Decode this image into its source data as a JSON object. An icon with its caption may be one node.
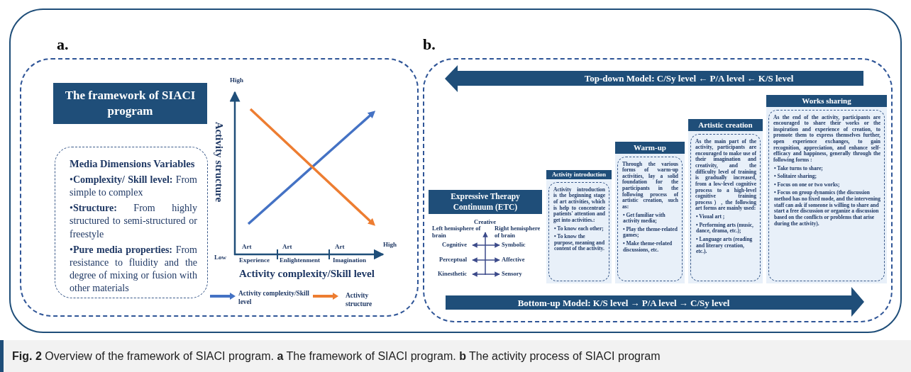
{
  "diagram": {
    "caption": "**Fig. 2** Overview of the framework of SIACI program. **a** The framework of SIACI program. **b** The activity process of SIACI program",
    "nodes": [
      {
        "text": [
          "a."
        ]
      },
      {
        "text": [
          "The framework of SIACI program"
        ],
        "in": 0
      },
      {
        "text": [
          "Media Dimensions Variables",
          "•**Complexity/ Skill level:** From simple to complex",
          "•**Structure:** From highly structured to semi-structured or freestyle",
          "•**Pure media properties:** From resistance to fluidity and the degree of mixing or fusion with other materials"
        ],
        "in": 0
      },
      {
        "text": [
          "b."
        ]
      },
      {
        "text": [
          "Top-down Model: C/Sy level ← P/A level ← K/S level"
        ],
        "in": 3
      },
      {
        "text": [
          "Expressive Therapy Continuum (ETC)"
        ],
        "in": 3
      },
      {
        "text": [
          "Activity introduction",
          "Activity introduction is the beginning stage of art activities, which is help to concentrate patients' attention and get into activities.:",
          "• To know each other;",
          "• To know the purpose, meaning and content of the activity."
        ],
        "in": 3
      },
      {
        "text": [
          "Warm-up",
          "Through the various forms of warm-up activities, lay a solid foundation for the participants in the following process of artistic creation, such as:",
          "• Get familiar with activity media;",
          "• Play the theme-related games;",
          "• Make theme-related discussions, etc."
        ],
        "in": 3
      },
      {
        "text": [
          "Artistic creation",
          "As the main part of the activity, participants are encouraged to make use of their imagination and creativity, and the difficulty level of training is gradually increased, from a low-level cognitive process to a high-level cognitive training process）, the following art forms are mainly used:",
          "• Visual art ;",
          "• Performing arts (music, dance, drama, etc.);",
          "• Language arts (reading and literary creation, etc.)."
        ],
        "in": 3
      },
      {
        "text": [
          "Works sharing",
          "As the end of the activity, participants are encouraged to share their works or the inspiration and experience of creation, to promote them to express themselves further, open experience exchanges, to gain recognition, appreciation, and enhance self-efficacy and happiness, generally through the following forms :",
          "• Take turns to share;",
          "• Solitaire sharing;",
          "• Focus on one or two works;",
          "• Focus on group dynamics (the discussion method has no fixed mode, and the intervening staff can ask if someone is willing to share and start a free discussion or organize a discussion based on the conflicts or problems that arise during the activity)."
        ],
        "in": 3
      },
      {
        "text": [
          "Bottom-up Model: K/S level → P/A level → C/Sy level"
        ],
        "in": 3
      }
    ],
    "labels": [
      "High",
      "Activity structure",
      "Art",
      "Art",
      "Art",
      "Low",
      "Experience",
      "Enlightenment",
      "Imagination",
      "High",
      "Activity complexity/Skill level",
      "Creative",
      "Left hemisphere of brain",
      "Right hemisphere of brain",
      "Cognitive",
      "Symbolic",
      "Perceptual",
      "Affective",
      "Kinesthetic",
      "Sensory"
    ],
    "legend": [
      {
        "text": "Activity complexity/Skill level"
      },
      {
        "text": "Activity structure"
      }
    ]
  }
}
